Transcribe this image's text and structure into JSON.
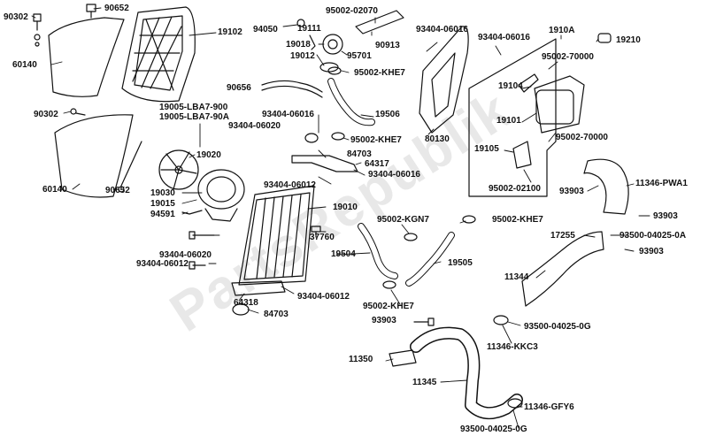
{
  "watermark": "PartsRepublik",
  "labels": {
    "l90302a": "90302",
    "l90652a": "90652",
    "l60140a": "60140",
    "l90302b": "90302",
    "l60140b": "60140",
    "l90652b": "90652",
    "l19102": "19102",
    "l19005a": "19005-LBA7-900",
    "l19005b": "19005-LBA7-90A",
    "l19020": "19020",
    "l19030": "19030",
    "l19015": "19015",
    "l94591": "94591",
    "l19010": "19010",
    "l93404a": "93404-06020",
    "l93404b": "93404-06012",
    "l64318": "64318",
    "l84703a": "84703",
    "l93404c": "93404-06012",
    "l94050": "94050",
    "l19111": "19111",
    "l19018": "19018",
    "l19012": "19012",
    "l95701": "95701",
    "l95002a": "95002-02070",
    "l90913": "90913",
    "l93404d": "93404-06016",
    "l95002b": "95002-KHE7",
    "l90656": "90656",
    "l93404e": "93404-06016",
    "l93404f": "93404-06020",
    "l19506": "19506",
    "l95002c": "95002-KHE7",
    "l84703b": "84703",
    "l64317": "64317",
    "l93404g": "93404-06016",
    "l93404h": "93404-06012",
    "l37760": "37760",
    "l95002d": "95002-KGN7",
    "l19504": "19504",
    "l95002e": "95002-KHE7",
    "l19505": "19505",
    "l95002f": "95002-KHE7",
    "l93903a": "93903",
    "l80130": "80130",
    "l93404i": "93404-06016",
    "l1910A": "1910A",
    "l19210": "19210",
    "l95002g": "95002-70000",
    "l19104": "19104",
    "l19101": "19101",
    "l19105": "19105",
    "l95002h": "95002-70000",
    "l95002i": "95002-02100",
    "l93903b": "93903",
    "l11346a": "11346-PWA1",
    "l93903c": "93903",
    "l17255": "17255",
    "l93500a": "93500-04025-0A",
    "l93903d": "93903",
    "l11344": "11344",
    "l93500b": "93500-04025-0G",
    "l11346b": "11346-KKC3",
    "l11350": "11350",
    "l11345": "11345",
    "l11346c": "11346-GFY6",
    "l93500c": "93500-04025-0G"
  }
}
